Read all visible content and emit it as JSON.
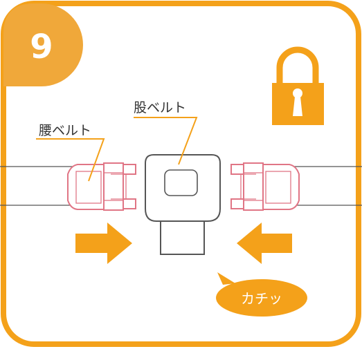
{
  "step": {
    "number": "9"
  },
  "labels": {
    "crotch_belt": "股ベルト",
    "waist_belt": "腰ベルト",
    "click_sound": "カチッ"
  },
  "colors": {
    "accent_orange": "#f4a11a",
    "badge_orange": "#f0a83a",
    "buckle_red": "#e07585",
    "outline_gray": "#555555"
  },
  "icons": {
    "lock": "lock-icon",
    "left_arrow": "arrow-right-icon",
    "right_arrow": "arrow-left-icon"
  }
}
